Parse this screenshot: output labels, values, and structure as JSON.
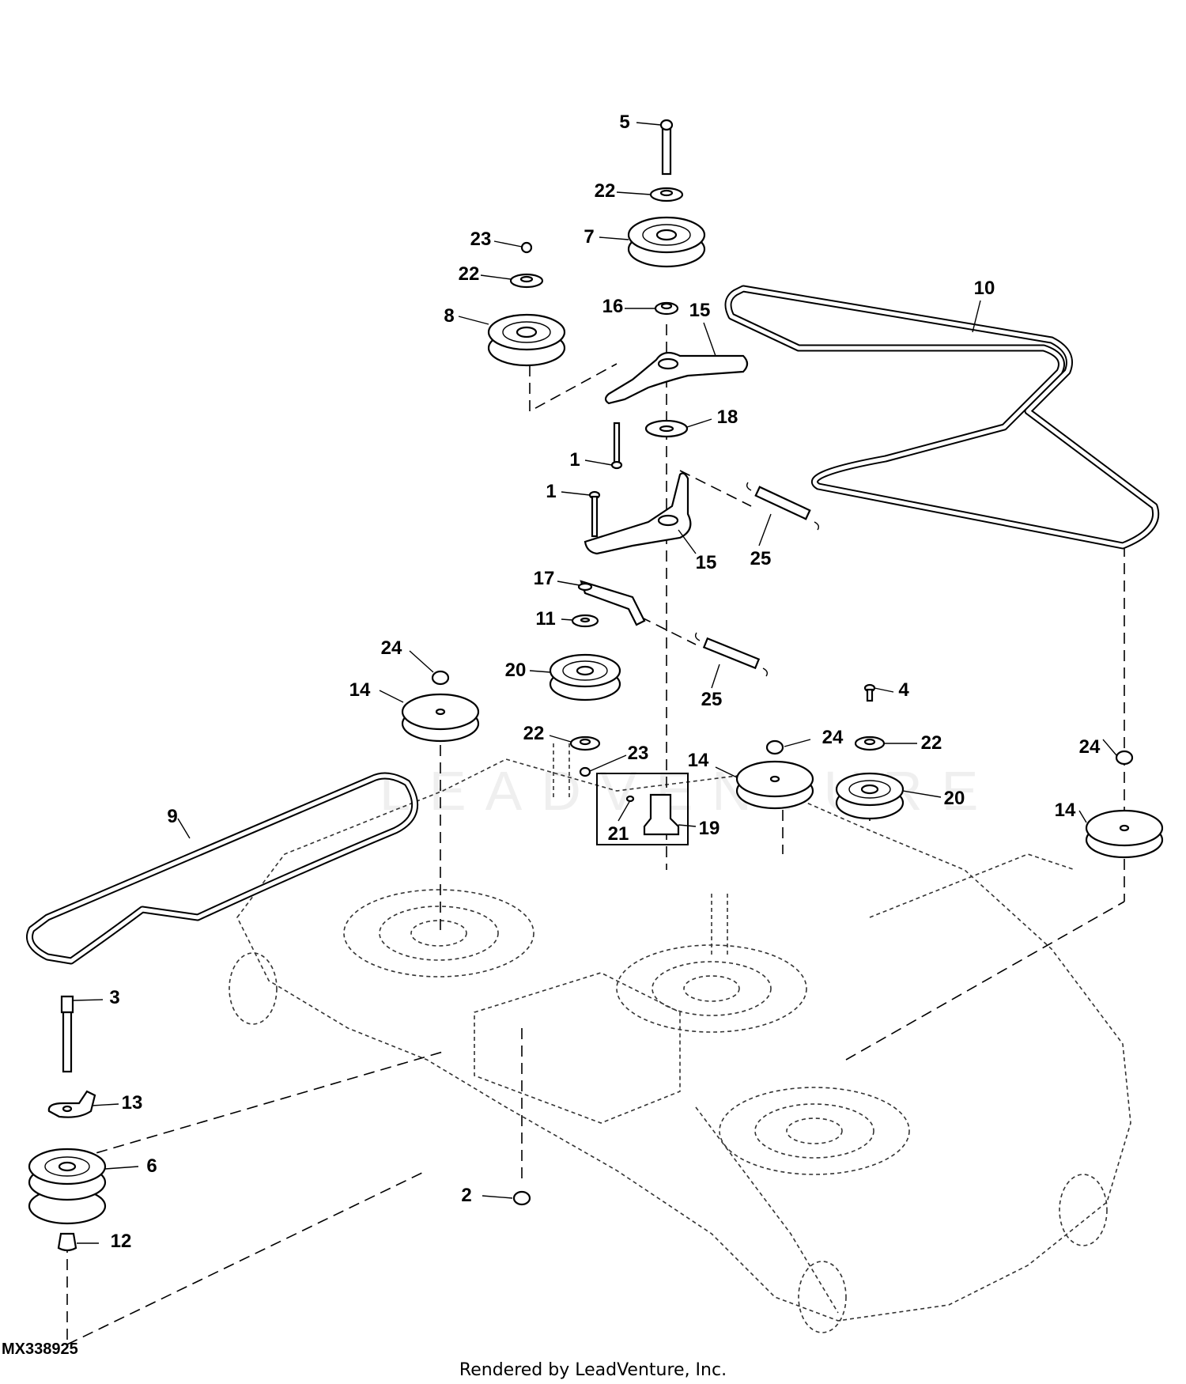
{
  "diagram": {
    "figure_id": "MX338925",
    "footer": "Rendered by LeadVenture, Inc.",
    "watermark": "LEADVENTURE",
    "callouts": [
      {
        "id": "callout-5",
        "label": "5"
      },
      {
        "id": "callout-22-top",
        "label": "22"
      },
      {
        "id": "callout-7",
        "label": "7"
      },
      {
        "id": "callout-23-top",
        "label": "23"
      },
      {
        "id": "callout-22-left",
        "label": "22"
      },
      {
        "id": "callout-8",
        "label": "8"
      },
      {
        "id": "callout-16",
        "label": "16"
      },
      {
        "id": "callout-15-top",
        "label": "15"
      },
      {
        "id": "callout-10",
        "label": "10"
      },
      {
        "id": "callout-18",
        "label": "18"
      },
      {
        "id": "callout-1-top",
        "label": "1"
      },
      {
        "id": "callout-1-mid",
        "label": "1"
      },
      {
        "id": "callout-15-mid",
        "label": "15"
      },
      {
        "id": "callout-25-top",
        "label": "25"
      },
      {
        "id": "callout-17",
        "label": "17"
      },
      {
        "id": "callout-11",
        "label": "11"
      },
      {
        "id": "callout-24-left",
        "label": "24"
      },
      {
        "id": "callout-20-left",
        "label": "20"
      },
      {
        "id": "callout-25-mid",
        "label": "25"
      },
      {
        "id": "callout-14-left",
        "label": "14"
      },
      {
        "id": "callout-4",
        "label": "4"
      },
      {
        "id": "callout-24-mid",
        "label": "24"
      },
      {
        "id": "callout-22-mid",
        "label": "22"
      },
      {
        "id": "callout-23-mid",
        "label": "23"
      },
      {
        "id": "callout-22-right",
        "label": "22"
      },
      {
        "id": "callout-14-mid",
        "label": "14"
      },
      {
        "id": "callout-24-right",
        "label": "24"
      },
      {
        "id": "callout-9",
        "label": "9"
      },
      {
        "id": "callout-21",
        "label": "21"
      },
      {
        "id": "callout-19",
        "label": "19"
      },
      {
        "id": "callout-20-right",
        "label": "20"
      },
      {
        "id": "callout-14-right",
        "label": "14"
      },
      {
        "id": "callout-3",
        "label": "3"
      },
      {
        "id": "callout-13",
        "label": "13"
      },
      {
        "id": "callout-6",
        "label": "6"
      },
      {
        "id": "callout-2",
        "label": "2"
      },
      {
        "id": "callout-12",
        "label": "12"
      }
    ]
  }
}
